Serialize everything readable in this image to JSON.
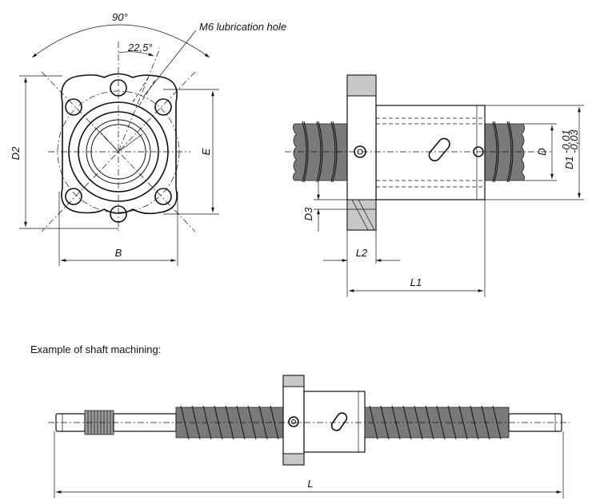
{
  "labels": {
    "angle_90": "90°",
    "angle_22_5": "22,5°",
    "lubrication_hole": "M6 lubrication hole",
    "d2": "D2",
    "e": "E",
    "b": "B",
    "d": "D",
    "d1": "D1",
    "d1_tol_upper": "-0,01",
    "d1_tol_lower": "-0,03",
    "d3": "D3",
    "l2": "L2",
    "l1": "L1",
    "l": "L"
  },
  "caption": "Example of shaft machining:"
}
